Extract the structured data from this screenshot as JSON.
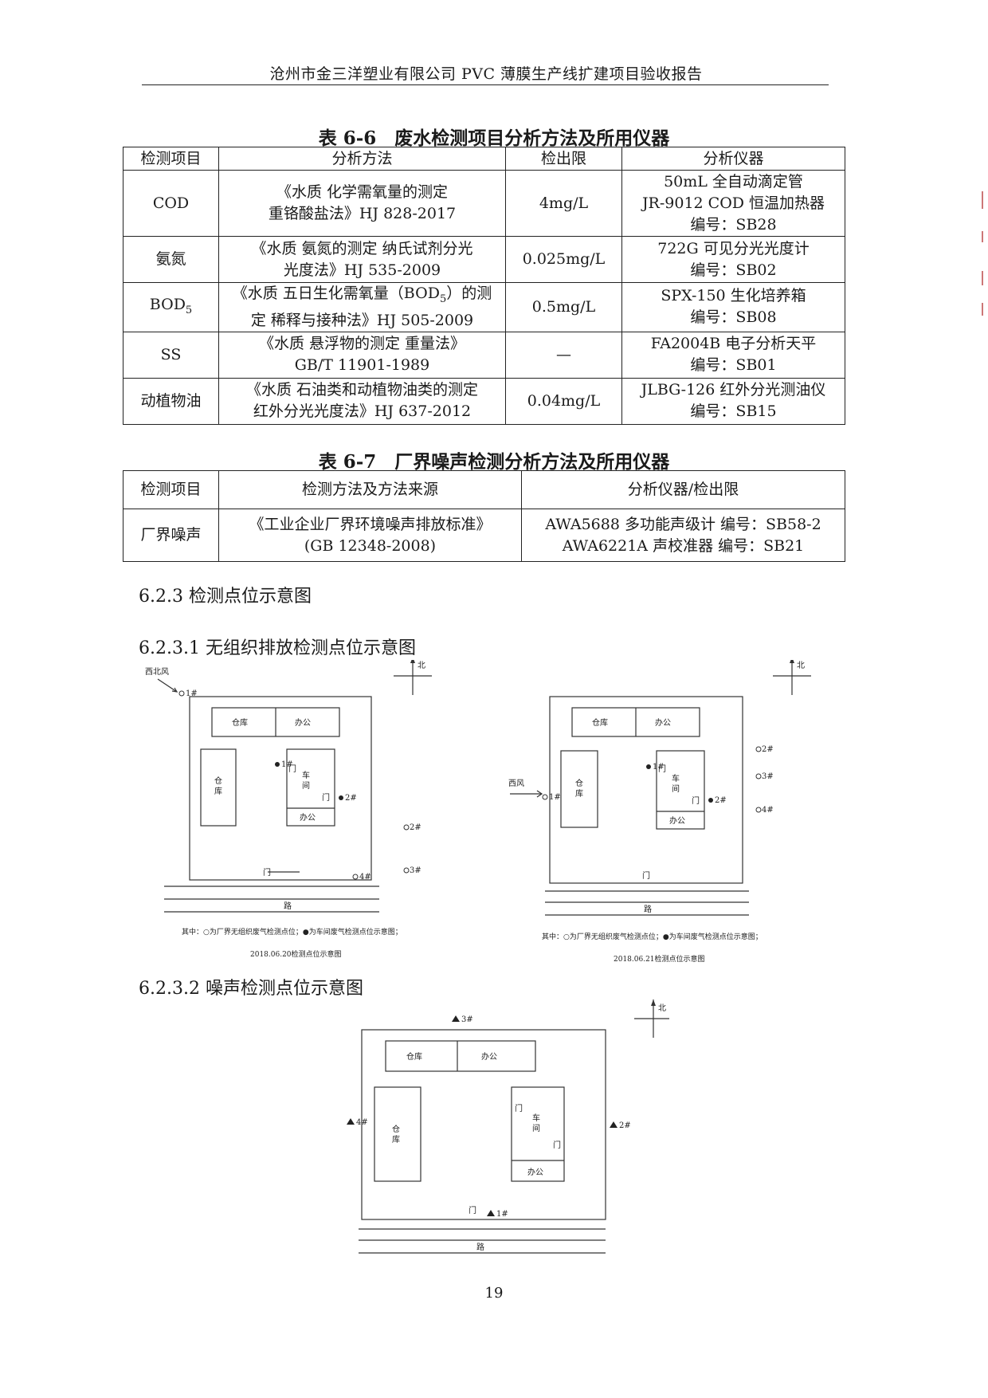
{
  "header": "沧州市金三洋塑业有限公司 PVC 薄膜生产线扩建项目验收报告",
  "table66": {
    "title": "表 6-6　废水检测项目分析方法及所用仪器",
    "headers": [
      "检测项目",
      "分析方法",
      "检出限",
      "分析仪器"
    ],
    "rows": [
      {
        "item": "COD",
        "method": [
          "《水质 化学需氧量的测定",
          "重铬酸盐法》HJ 828-2017"
        ],
        "limit": "4mg/L",
        "instrument": [
          "50mL 全自动滴定管",
          "JR-9012 COD 恒温加热器",
          "编号：SB28"
        ]
      },
      {
        "item": "氨氮",
        "method": [
          "《水质 氨氮的测定 纳氏试剂分光",
          "光度法》HJ 535-2009"
        ],
        "limit": "0.025mg/L",
        "instrument": [
          "722G 可见分光光度计",
          "编号：SB02"
        ]
      },
      {
        "item": "BOD5",
        "method": [
          "《水质 五日生化需氧量（BOD5）的测",
          "定 稀释与接种法》HJ 505-2009"
        ],
        "limit": "0.5mg/L",
        "instrument": [
          "SPX-150 生化培养箱",
          "编号：SB08"
        ]
      },
      {
        "item": "SS",
        "method": [
          "《水质 悬浮物的测定 重量法》",
          "GB/T 11901-1989"
        ],
        "limit": "—",
        "instrument": [
          "FA2004B 电子分析天平",
          "编号：SB01"
        ]
      },
      {
        "item": "动植物油",
        "method": [
          "《水质 石油类和动植物油类的测定",
          "红外分光光度法》HJ 637-2012"
        ],
        "limit": "0.04mg/L",
        "instrument": [
          "JLBG-126 红外分光测油仪",
          "编号：SB15"
        ]
      }
    ]
  },
  "table67": {
    "title": "表 6-7　厂界噪声检测分析方法及所用仪器",
    "headers": [
      "检测项目",
      "检测方法及方法来源",
      "分析仪器/检出限"
    ],
    "row": {
      "item": "厂界噪声",
      "method": [
        "《工业企业厂界环境噪声排放标准》",
        "(GB 12348-2008)"
      ],
      "instrument": [
        "AWA5688 多功能声级计 编号：SB58-2",
        "AWA6221A 声校准器 编号：SB21"
      ]
    }
  },
  "sections": {
    "s623": "6.2.3 检测点位示意图",
    "s6231": "6.2.3.1 无组织排放检测点位示意图",
    "s6232": "6.2.3.2 噪声检测点位示意图"
  },
  "diagram_labels": {
    "north": "北",
    "warehouse": "仓库",
    "office": "办公",
    "workshop_1": "车",
    "workshop_2": "间",
    "door": "门",
    "road": "路",
    "warehouse_v1": "仓",
    "warehouse_v2": "库",
    "wind_nw": "西北风",
    "wind_w": "西风",
    "legend": "其中：○为厂界无组织废气检测点位；●为车间废气检测点位示意图；",
    "p1": "1#",
    "p2": "2#",
    "p3": "3#",
    "p4": "4#"
  },
  "diagram_captions": {
    "d1": "2018.06.20检测点位示意图",
    "d2": "2018.06.21检测点位示意图"
  },
  "page_number": "19"
}
